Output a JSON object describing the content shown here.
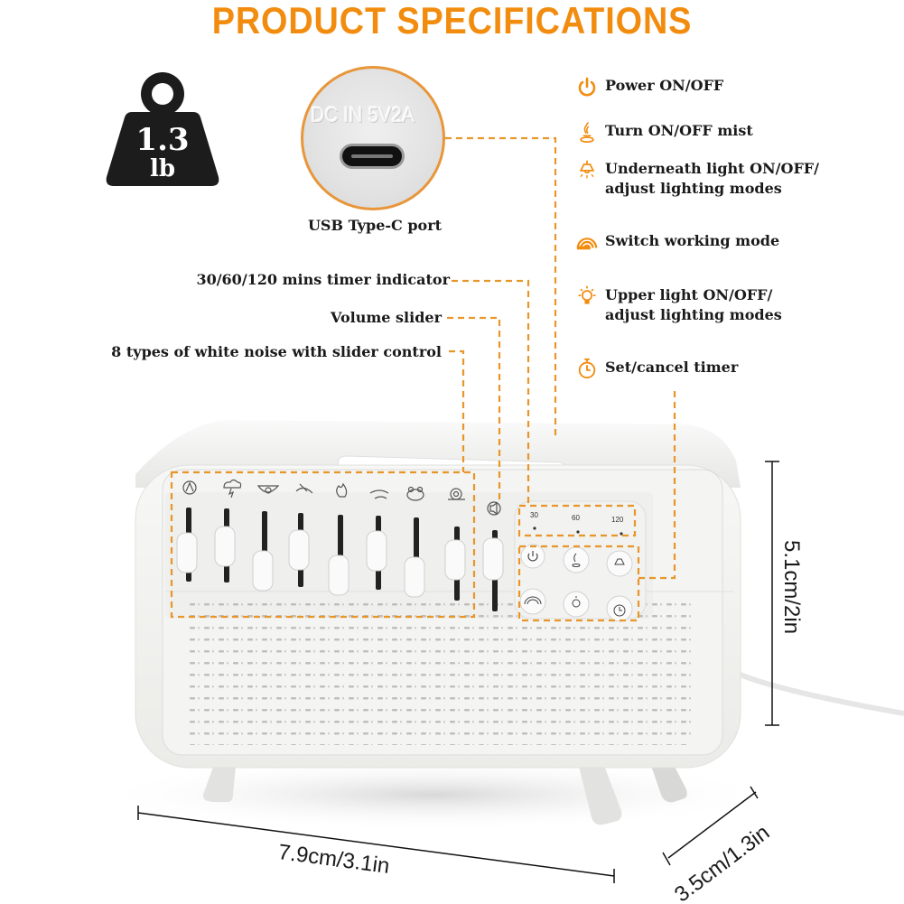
{
  "title": "PRODUCT SPECIFICATIONS",
  "colors": {
    "accent": "#f28c0f",
    "dash": "#e8962a",
    "text": "#1a1a1a",
    "device_body": "#f4f4f2",
    "weight_badge": "#1c1c1c"
  },
  "weight": {
    "value": "1.3",
    "unit": "lb",
    "icon": "weight-icon"
  },
  "usb": {
    "embossed_text": "DC IN 5V2A",
    "label": "USB Type-C port"
  },
  "left_callouts": [
    {
      "id": "timer-indicator",
      "label": "30/60/120 mins timer indicator"
    },
    {
      "id": "volume-slider",
      "label": "Volume slider"
    },
    {
      "id": "noise-sliders",
      "label": "8 types of white noise with slider control"
    }
  ],
  "features": [
    {
      "icon": "power-icon",
      "lines": [
        "Power ON/OFF"
      ]
    },
    {
      "icon": "mist-icon",
      "lines": [
        "Turn ON/OFF mist"
      ]
    },
    {
      "icon": "ceiling-lamp-icon",
      "lines": [
        "Underneath light ON/OFF/",
        "adjust lighting modes"
      ]
    },
    {
      "icon": "rainbow-mode-icon",
      "lines": [
        "Switch working mode"
      ]
    },
    {
      "icon": "bulb-icon",
      "lines": [
        "Upper light ON/OFF/",
        "adjust lighting modes"
      ]
    },
    {
      "icon": "timer-icon",
      "lines": [
        "Set/cancel timer"
      ]
    }
  ],
  "device": {
    "sound_icons": [
      "campfire-icon",
      "thunderstorm-icon",
      "ocean-wave-icon",
      "wind-icon",
      "fire-icon",
      "bird-icon",
      "frog-icon",
      "snail-icon"
    ],
    "slider_positions": [
      0.45,
      0.35,
      0.8,
      0.4,
      0.85,
      0.45,
      0.8,
      0.3
    ],
    "volume_icon": "speaker-icon",
    "volume_position": 0.3,
    "timer_labels": [
      "30",
      "60",
      "120"
    ],
    "buttons": [
      "power-icon",
      "mist-icon",
      "ceiling-lamp-icon",
      "rainbow-mode-icon",
      "bulb-icon",
      "timer-icon"
    ]
  },
  "dimensions": {
    "height": "5.1cm/2in",
    "width": "7.9cm/3.1in",
    "depth": "3.5cm/1.3in"
  }
}
